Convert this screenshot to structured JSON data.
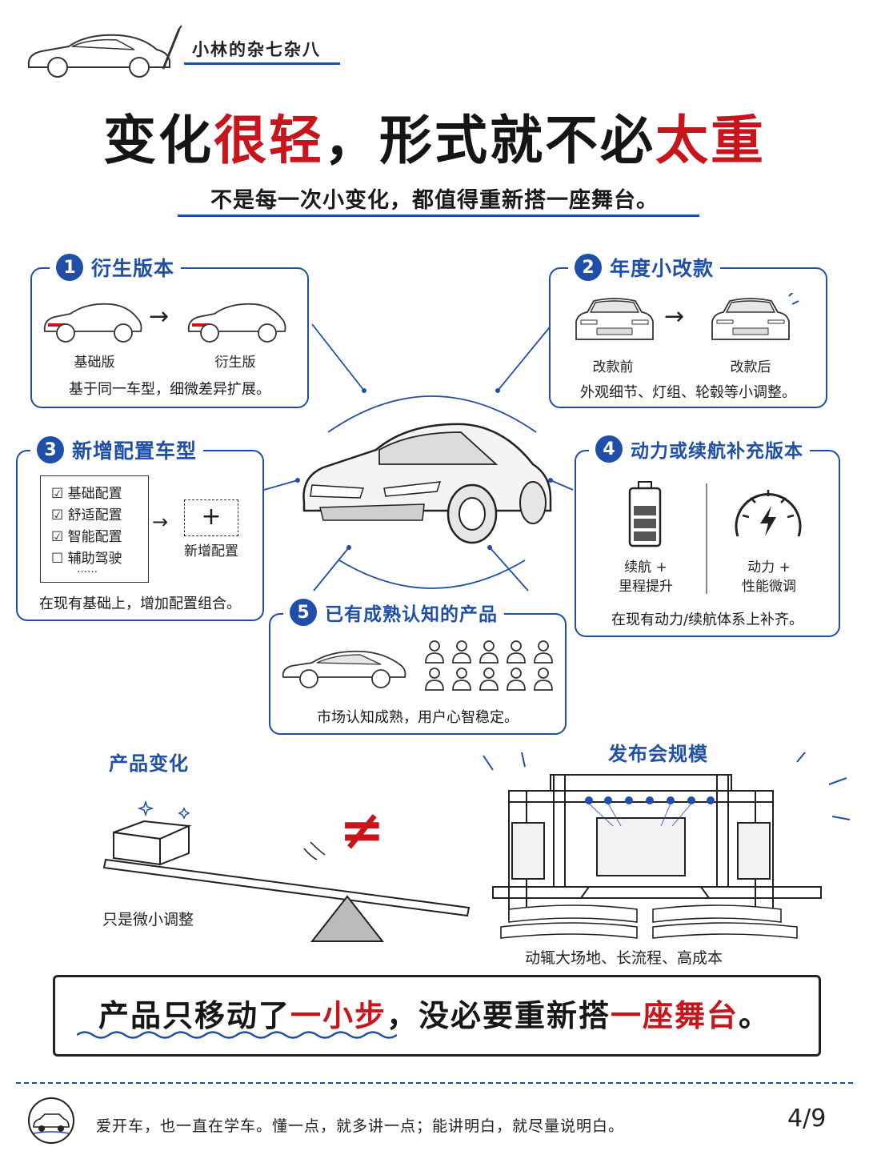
{
  "header": {
    "brand": "小林的杂七杂八"
  },
  "title": {
    "part1": "变化",
    "part2": "很轻",
    "part3": "，形式就不必",
    "part4": "太重"
  },
  "subtitle": "不是每一次小变化，都值得重新搭一座舞台。",
  "cards": [
    {
      "num": "1",
      "title": "衍生版本",
      "cap_left": "基础版",
      "cap_right": "衍生版",
      "desc": "基于同一车型，细微差异扩展。"
    },
    {
      "num": "2",
      "title": "年度小改款",
      "cap_left": "改款前",
      "cap_right": "改款后",
      "desc": "外观细节、灯组、轮毂等小调整。"
    },
    {
      "num": "3",
      "title": "新增配置车型",
      "checklist": [
        "基础配置",
        "舒适配置",
        "智能配置",
        "辅助驾驶"
      ],
      "ellipsis": "……",
      "plus": "+",
      "plus_label": "新增配置",
      "desc": "在现有基础上，增加配置组合。"
    },
    {
      "num": "4",
      "title": "动力或续航补充版本",
      "left_label_1": "续航 +",
      "left_label_2": "里程提升",
      "right_label_1": "动力 +",
      "right_label_2": "性能微调",
      "desc": "在现有动力/续航体系上补齐。"
    },
    {
      "num": "5",
      "title": "已有成熟认知的产品",
      "desc": "市场认知成熟，用户心智稳定。"
    }
  ],
  "compare": {
    "left_title": "产品变化",
    "left_caption": "只是微小调整",
    "symbol": "≠",
    "right_title": "发布会规模",
    "right_caption": "动辄大场地、长流程、高成本"
  },
  "conclusion": {
    "part1": "产品只移动了",
    "part2": "一小步",
    "part3": "，没必要重新搭",
    "part4": "一座舞台",
    "part5": "。"
  },
  "footer": {
    "text": "爱开车，也一直在学车。懂一点，就多讲一点；能讲明白，就尽量说明白。",
    "page": "4/9"
  },
  "colors": {
    "accent_blue": "#1f4fa8",
    "accent_red": "#c8141b"
  }
}
